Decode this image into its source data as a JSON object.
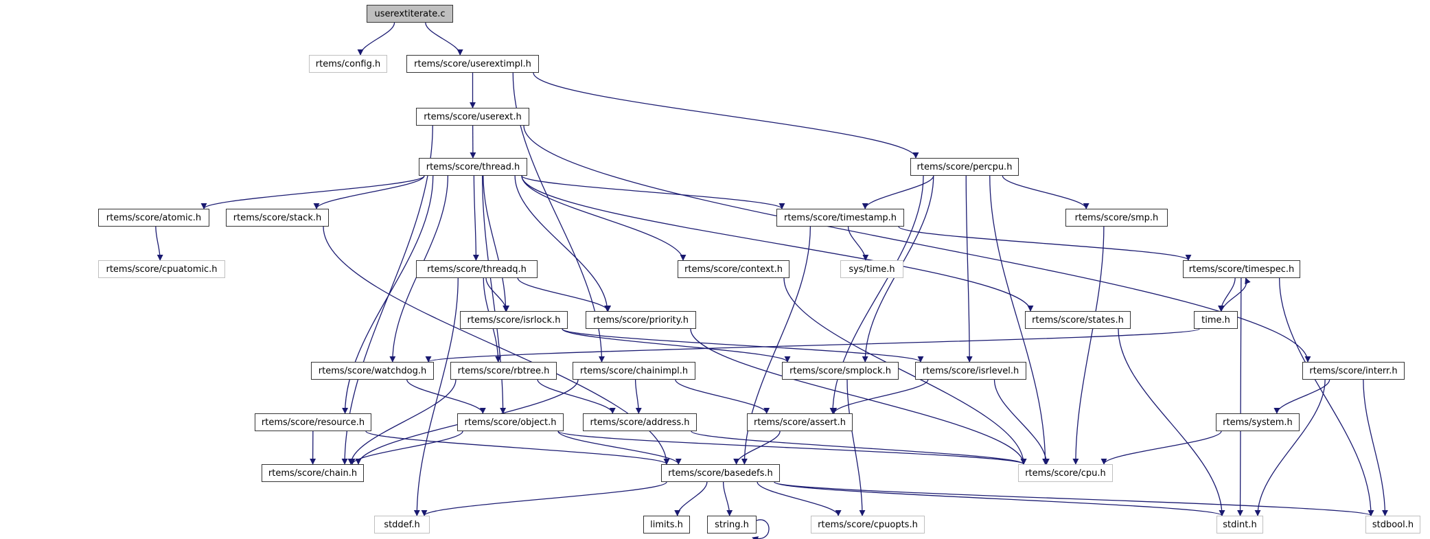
{
  "graph": {
    "title": "userextiterate.c",
    "edge_color": "#191970",
    "nodes": [
      {
        "id": "userextiterate",
        "label": "userextiterate.c",
        "kind": "root"
      },
      {
        "id": "config",
        "label": "rtems/config.h",
        "kind": "external"
      },
      {
        "id": "userextimpl",
        "label": "rtems/score/userextimpl.h",
        "kind": "local"
      },
      {
        "id": "userext",
        "label": "rtems/score/userext.h",
        "kind": "local"
      },
      {
        "id": "thread",
        "label": "rtems/score/thread.h",
        "kind": "local"
      },
      {
        "id": "percpu",
        "label": "rtems/score/percpu.h",
        "kind": "local"
      },
      {
        "id": "atomic",
        "label": "rtems/score/atomic.h",
        "kind": "local"
      },
      {
        "id": "stack",
        "label": "rtems/score/stack.h",
        "kind": "local"
      },
      {
        "id": "timestamp",
        "label": "rtems/score/timestamp.h",
        "kind": "local"
      },
      {
        "id": "smp",
        "label": "rtems/score/smp.h",
        "kind": "local"
      },
      {
        "id": "cpuatomic",
        "label": "rtems/score/cpuatomic.h",
        "kind": "external"
      },
      {
        "id": "threadq",
        "label": "rtems/score/threadq.h",
        "kind": "local"
      },
      {
        "id": "context",
        "label": "rtems/score/context.h",
        "kind": "local"
      },
      {
        "id": "systime",
        "label": "sys/time.h",
        "kind": "external"
      },
      {
        "id": "timespec",
        "label": "rtems/score/timespec.h",
        "kind": "local"
      },
      {
        "id": "isrlock",
        "label": "rtems/score/isrlock.h",
        "kind": "local"
      },
      {
        "id": "priority",
        "label": "rtems/score/priority.h",
        "kind": "local"
      },
      {
        "id": "states",
        "label": "rtems/score/states.h",
        "kind": "local"
      },
      {
        "id": "time",
        "label": "time.h",
        "kind": "local"
      },
      {
        "id": "watchdog",
        "label": "rtems/score/watchdog.h",
        "kind": "local"
      },
      {
        "id": "rbtree",
        "label": "rtems/score/rbtree.h",
        "kind": "local"
      },
      {
        "id": "chainimpl",
        "label": "rtems/score/chainimpl.h",
        "kind": "local"
      },
      {
        "id": "smplock",
        "label": "rtems/score/smplock.h",
        "kind": "local"
      },
      {
        "id": "isrlevel",
        "label": "rtems/score/isrlevel.h",
        "kind": "local"
      },
      {
        "id": "interr",
        "label": "rtems/score/interr.h",
        "kind": "local"
      },
      {
        "id": "resource",
        "label": "rtems/score/resource.h",
        "kind": "local"
      },
      {
        "id": "object",
        "label": "rtems/score/object.h",
        "kind": "local"
      },
      {
        "id": "address",
        "label": "rtems/score/address.h",
        "kind": "local"
      },
      {
        "id": "assert",
        "label": "rtems/score/assert.h",
        "kind": "local"
      },
      {
        "id": "system",
        "label": "rtems/system.h",
        "kind": "local"
      },
      {
        "id": "chain",
        "label": "rtems/score/chain.h",
        "kind": "local"
      },
      {
        "id": "basedefs",
        "label": "rtems/score/basedefs.h",
        "kind": "local"
      },
      {
        "id": "cpu",
        "label": "rtems/score/cpu.h",
        "kind": "external"
      },
      {
        "id": "stddef",
        "label": "stddef.h",
        "kind": "external"
      },
      {
        "id": "limits",
        "label": "limits.h",
        "kind": "local"
      },
      {
        "id": "string",
        "label": "string.h",
        "kind": "local"
      },
      {
        "id": "cpuopts",
        "label": "rtems/score/cpuopts.h",
        "kind": "external"
      },
      {
        "id": "stdint",
        "label": "stdint.h",
        "kind": "external"
      },
      {
        "id": "stdbool",
        "label": "stdbool.h",
        "kind": "external"
      }
    ],
    "edges": [
      [
        "userextiterate",
        "config"
      ],
      [
        "userextiterate",
        "userextimpl"
      ],
      [
        "userextimpl",
        "userext"
      ],
      [
        "userextimpl",
        "percpu"
      ],
      [
        "userextimpl",
        "chainimpl"
      ],
      [
        "userext",
        "thread"
      ],
      [
        "userext",
        "chain"
      ],
      [
        "userext",
        "interr"
      ],
      [
        "thread",
        "atomic"
      ],
      [
        "thread",
        "stack"
      ],
      [
        "thread",
        "timestamp"
      ],
      [
        "thread",
        "threadq"
      ],
      [
        "thread",
        "context"
      ],
      [
        "thread",
        "isrlock"
      ],
      [
        "thread",
        "priority"
      ],
      [
        "thread",
        "states"
      ],
      [
        "thread",
        "watchdog"
      ],
      [
        "thread",
        "resource"
      ],
      [
        "thread",
        "object"
      ],
      [
        "percpu",
        "timestamp"
      ],
      [
        "percpu",
        "smp"
      ],
      [
        "percpu",
        "cpu"
      ],
      [
        "percpu",
        "smplock"
      ],
      [
        "percpu",
        "isrlevel"
      ],
      [
        "percpu",
        "assert"
      ],
      [
        "atomic",
        "cpuatomic"
      ],
      [
        "stack",
        "basedefs"
      ],
      [
        "timestamp",
        "systime"
      ],
      [
        "timestamp",
        "timespec"
      ],
      [
        "timestamp",
        "basedefs"
      ],
      [
        "smp",
        "cpu"
      ],
      [
        "threadq",
        "isrlock"
      ],
      [
        "threadq",
        "priority"
      ],
      [
        "threadq",
        "rbtree"
      ],
      [
        "threadq",
        "stddef"
      ],
      [
        "context",
        "cpu"
      ],
      [
        "timespec",
        "time"
      ],
      [
        "timespec",
        "stdint"
      ],
      [
        "timespec",
        "stdbool"
      ],
      [
        "time",
        "timespec"
      ],
      [
        "time",
        "watchdog"
      ],
      [
        "isrlock",
        "smplock"
      ],
      [
        "isrlock",
        "isrlevel"
      ],
      [
        "priority",
        "cpu"
      ],
      [
        "states",
        "stdint"
      ],
      [
        "watchdog",
        "object"
      ],
      [
        "rbtree",
        "address"
      ],
      [
        "rbtree",
        "chain"
      ],
      [
        "chainimpl",
        "address"
      ],
      [
        "chainimpl",
        "assert"
      ],
      [
        "chainimpl",
        "chain"
      ],
      [
        "smplock",
        "cpuopts"
      ],
      [
        "isrlevel",
        "assert"
      ],
      [
        "isrlevel",
        "cpu"
      ],
      [
        "interr",
        "system"
      ],
      [
        "interr",
        "stdint"
      ],
      [
        "interr",
        "stdbool"
      ],
      [
        "resource",
        "chain"
      ],
      [
        "resource",
        "basedefs"
      ],
      [
        "object",
        "chain"
      ],
      [
        "object",
        "basedefs"
      ],
      [
        "object",
        "cpu"
      ],
      [
        "address",
        "cpu"
      ],
      [
        "assert",
        "basedefs"
      ],
      [
        "system",
        "cpu"
      ],
      [
        "basedefs",
        "stddef"
      ],
      [
        "basedefs",
        "limits"
      ],
      [
        "basedefs",
        "string"
      ],
      [
        "basedefs",
        "cpuopts"
      ],
      [
        "basedefs",
        "stdint"
      ],
      [
        "basedefs",
        "stdbool"
      ],
      [
        "string",
        "string"
      ]
    ]
  }
}
